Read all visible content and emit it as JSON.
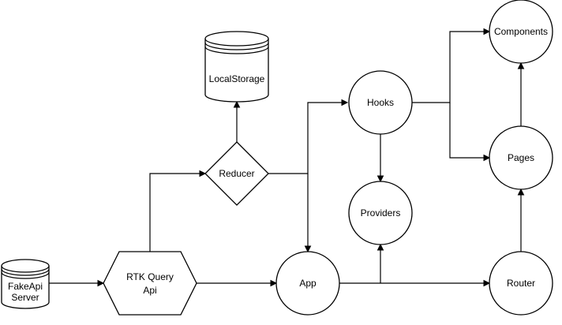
{
  "nodes": {
    "fakeapi_server": {
      "line1": "FakeApi",
      "line2": "Server"
    },
    "rtk_query_api": {
      "line1": "RTK Query",
      "line2": "Api"
    },
    "app": {
      "label": "App"
    },
    "reducer": {
      "label": "Reducer"
    },
    "local_storage": {
      "label": "LocalStorage"
    },
    "hooks": {
      "label": "Hooks"
    },
    "providers": {
      "label": "Providers"
    },
    "router": {
      "label": "Router"
    },
    "pages": {
      "label": "Pages"
    },
    "components": {
      "label": "Components"
    }
  },
  "edges": [
    {
      "from": "FakeApi Server",
      "to": "RTK Query Api"
    },
    {
      "from": "RTK Query Api",
      "to": "App"
    },
    {
      "from": "RTK Query Api",
      "to": "Reducer"
    },
    {
      "from": "Reducer",
      "to": "LocalStorage"
    },
    {
      "from": "Reducer",
      "to": "Hooks"
    },
    {
      "from": "Reducer",
      "to": "App"
    },
    {
      "from": "Hooks",
      "to": "Providers"
    },
    {
      "from": "Hooks",
      "to": "Components"
    },
    {
      "from": "Hooks",
      "to": "Pages"
    },
    {
      "from": "App",
      "to": "Router"
    },
    {
      "from": "App",
      "to": "Providers"
    },
    {
      "from": "Router",
      "to": "Pages"
    },
    {
      "from": "Pages",
      "to": "Components"
    }
  ]
}
